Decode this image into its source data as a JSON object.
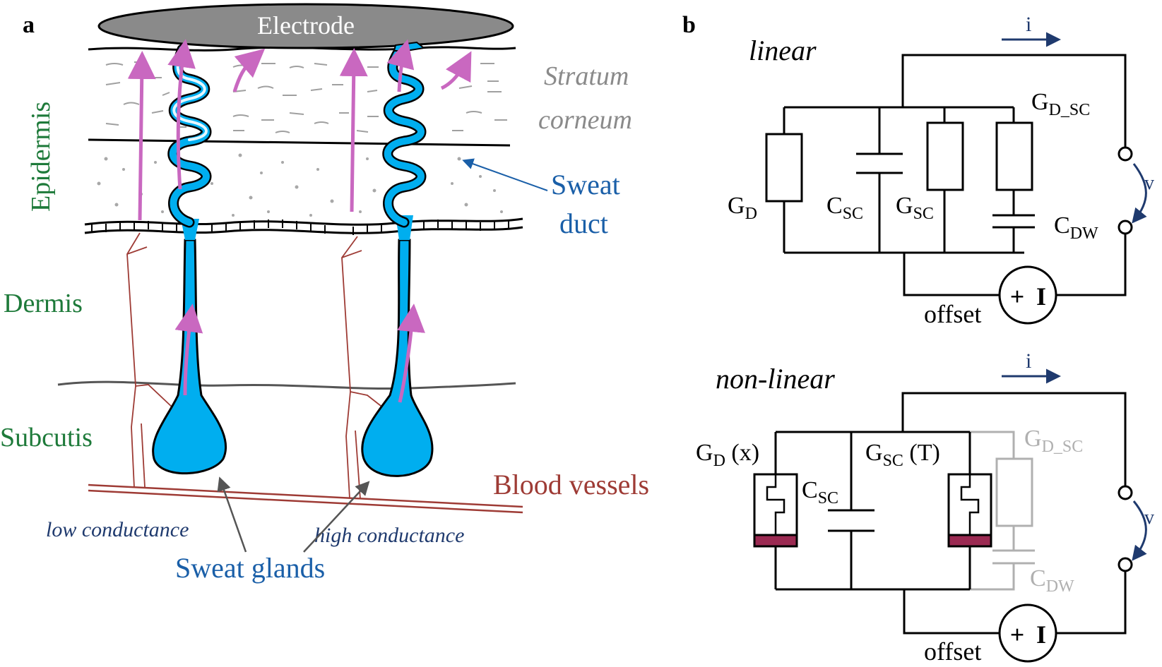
{
  "colors": {
    "sweat_blue": "#00AEEF",
    "text_blue": "#1A5FA8",
    "green": "#1E7A3A",
    "pink": "#C968C0",
    "blood_red": "#9E3B35",
    "electrode_gray": "#8A8A8A",
    "faded_gray": "#B0B0B0",
    "memristor_fill": "#9B2A52",
    "navy": "#1F3A6E"
  },
  "panel_a": {
    "label": "a",
    "electrode": "Electrode",
    "layers": {
      "epidermis": "Epidermis",
      "stratum_line1": "Stratum",
      "stratum_line2": "corneum",
      "dermis": "Dermis",
      "subcutis": "Subcutis"
    },
    "sweat_duct_line1": "Sweat",
    "sweat_duct_line2": "duct",
    "blood_vessels": "Blood vessels",
    "low_conductance": "low conductance",
    "high_conductance": "high conductance",
    "sweat_glands": "Sweat glands"
  },
  "panel_b": {
    "label": "b",
    "linear": {
      "title": "linear",
      "current": "i",
      "voltage": "v",
      "offset": "offset",
      "plus": "+",
      "minus": "I",
      "gd": {
        "main": "G",
        "sub": "D"
      },
      "csc": {
        "main": "C",
        "sub": "SC"
      },
      "gsc": {
        "main": "G",
        "sub": "SC"
      },
      "gdsc": {
        "main": "G",
        "sub": "D_SC"
      },
      "cdw": {
        "main": "C",
        "sub": "DW"
      }
    },
    "nonlinear": {
      "title": "non-linear",
      "current": "i",
      "voltage": "v",
      "offset": "offset",
      "plus": "+",
      "minus": "I",
      "gd": {
        "main": "G",
        "sub": "D",
        "arg": " (x)"
      },
      "csc": {
        "main": "C",
        "sub": "SC"
      },
      "gsc": {
        "main": "G",
        "sub": "SC",
        "arg": " (T)"
      },
      "gdsc": {
        "main": "G",
        "sub": "D_SC"
      },
      "cdw": {
        "main": "C",
        "sub": "DW"
      }
    }
  }
}
